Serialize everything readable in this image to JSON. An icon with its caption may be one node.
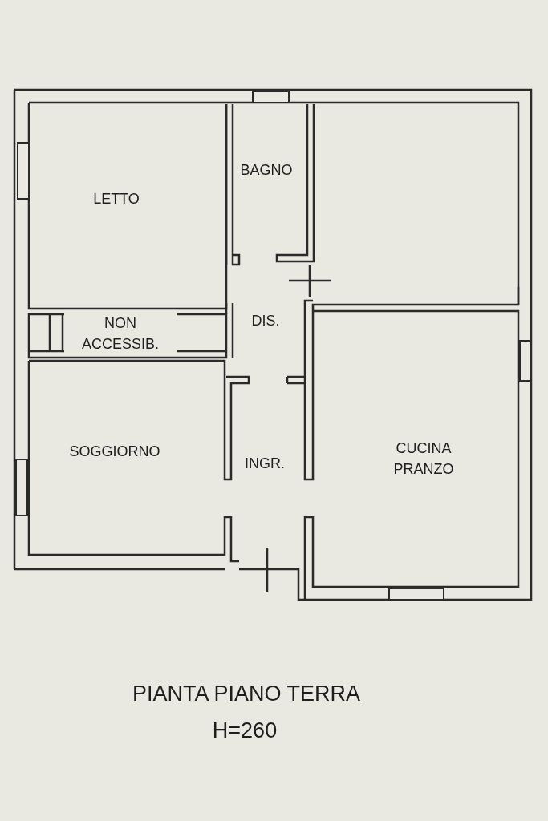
{
  "diagram": {
    "title": "PIANTA PIANO TERRA",
    "nodes": [
      {
        "text": [
          "LETTO"
        ]
      },
      {
        "text": [
          "BAGNO"
        ]
      },
      {
        "text": [
          "NON ACCESSIB."
        ]
      },
      {
        "text": [
          "DIS."
        ]
      },
      {
        "text": [
          "SOGGIORNO"
        ]
      },
      {
        "text": [
          "INGR."
        ]
      },
      {
        "text": [
          "CUCINA PRANZO"
        ]
      }
    ],
    "edges": [],
    "labels": [
      "H=260"
    ]
  }
}
